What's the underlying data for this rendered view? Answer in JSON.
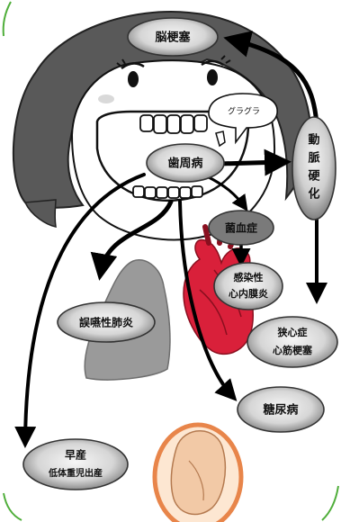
{
  "nodes": {
    "stroke": "脳梗塞",
    "periodontal": "歯周病",
    "arteriosclerosis": [
      "動",
      "脈",
      "硬",
      "化"
    ],
    "bacteremia": "菌血症",
    "endocarditis": [
      "感染性",
      "心内膜炎"
    ],
    "pneumonia": "誤嚥性肺炎",
    "angina": [
      "狭心症",
      "心筋梗塞"
    ],
    "diabetes": "糖尿病",
    "preterm": [
      "早産",
      "低体重児出産"
    ]
  },
  "speech": "グラグラ",
  "colors": {
    "node_fill_light": "#e6e6e6",
    "node_fill_dark": "#7a7a7a",
    "hair": "#595959",
    "lung": "#9a9a9a",
    "heart": "#d9203a",
    "fetus": "#f2c9a6",
    "arrow": "#000000",
    "border_accent": "#4fae3a"
  }
}
